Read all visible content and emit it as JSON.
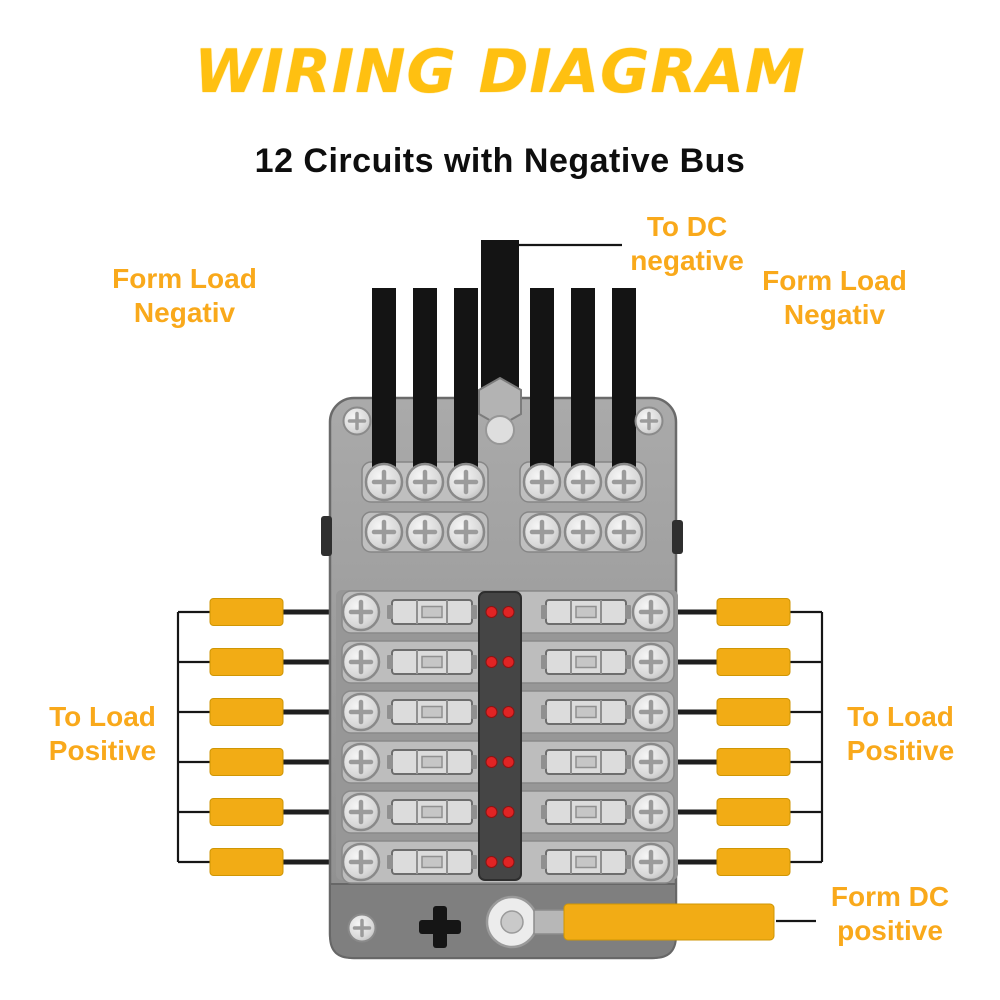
{
  "title": "WIRING DIAGRAM",
  "subtitle": "12 Circuits with Negative Bus",
  "labels": {
    "to_dc_negative": "To DC\nnegative",
    "form_load_negativ_left": "Form Load\nNegativ",
    "form_load_negativ_right": "Form Load\nNegativ",
    "to_load_positive_left": "To Load\nPositive",
    "to_load_positive_right": "To Load\nPositive",
    "form_dc_positive": "Form DC\npositive"
  },
  "colors": {
    "title_yellow": "#FFC011",
    "label_yellow": "#F9A91B",
    "wire_yellow": "#F2AC15",
    "wire_black": "#141414",
    "led_red": "#E02424",
    "device_gray": "#9A9A9A"
  },
  "device": {
    "circuits": 12,
    "fuse_rows": 6,
    "led_indicators_per_row": 2,
    "top_negative_wires": 6,
    "dc_negative_wires": 1,
    "side_positive_wires": 12,
    "dc_positive_wires": 1
  }
}
